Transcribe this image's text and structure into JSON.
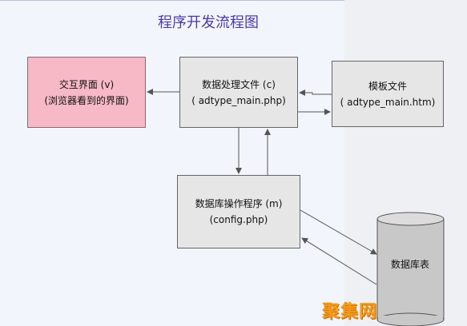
{
  "title": "程序开发流程图",
  "nodes": {
    "ui": {
      "line1": "交互界面 (v)",
      "line2": "(浏览器看到的界面)"
    },
    "logic": {
      "line1": "数据处理文件 (c)",
      "line2": "( adtype_main.php)"
    },
    "template": {
      "line1": "模板文件",
      "line2": "( adtype_main.htm)"
    },
    "db_op": {
      "line1": "数据库操作程序 (m)",
      "line2": "(config.php)"
    },
    "database": {
      "label": "数据库表"
    }
  },
  "watermark": "聚集网",
  "colors": {
    "title": "#4a3aa8",
    "ui_box": "#f7b9c6",
    "process_box": "#e6e6e6",
    "database": "#c8c8c8",
    "watermark": "#f39a1c"
  }
}
